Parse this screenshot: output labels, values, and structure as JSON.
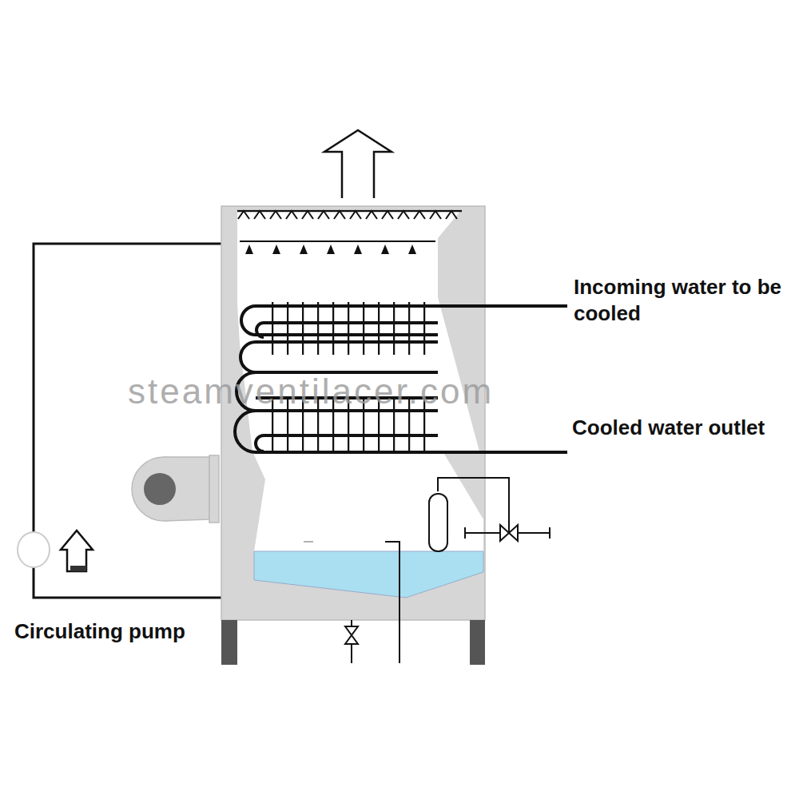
{
  "diagram": {
    "labels": [
      "Incoming water to be cooled",
      "Cooled water outlet",
      "Circulating pump",
      "steamventilacer.com"
    ]
  }
}
